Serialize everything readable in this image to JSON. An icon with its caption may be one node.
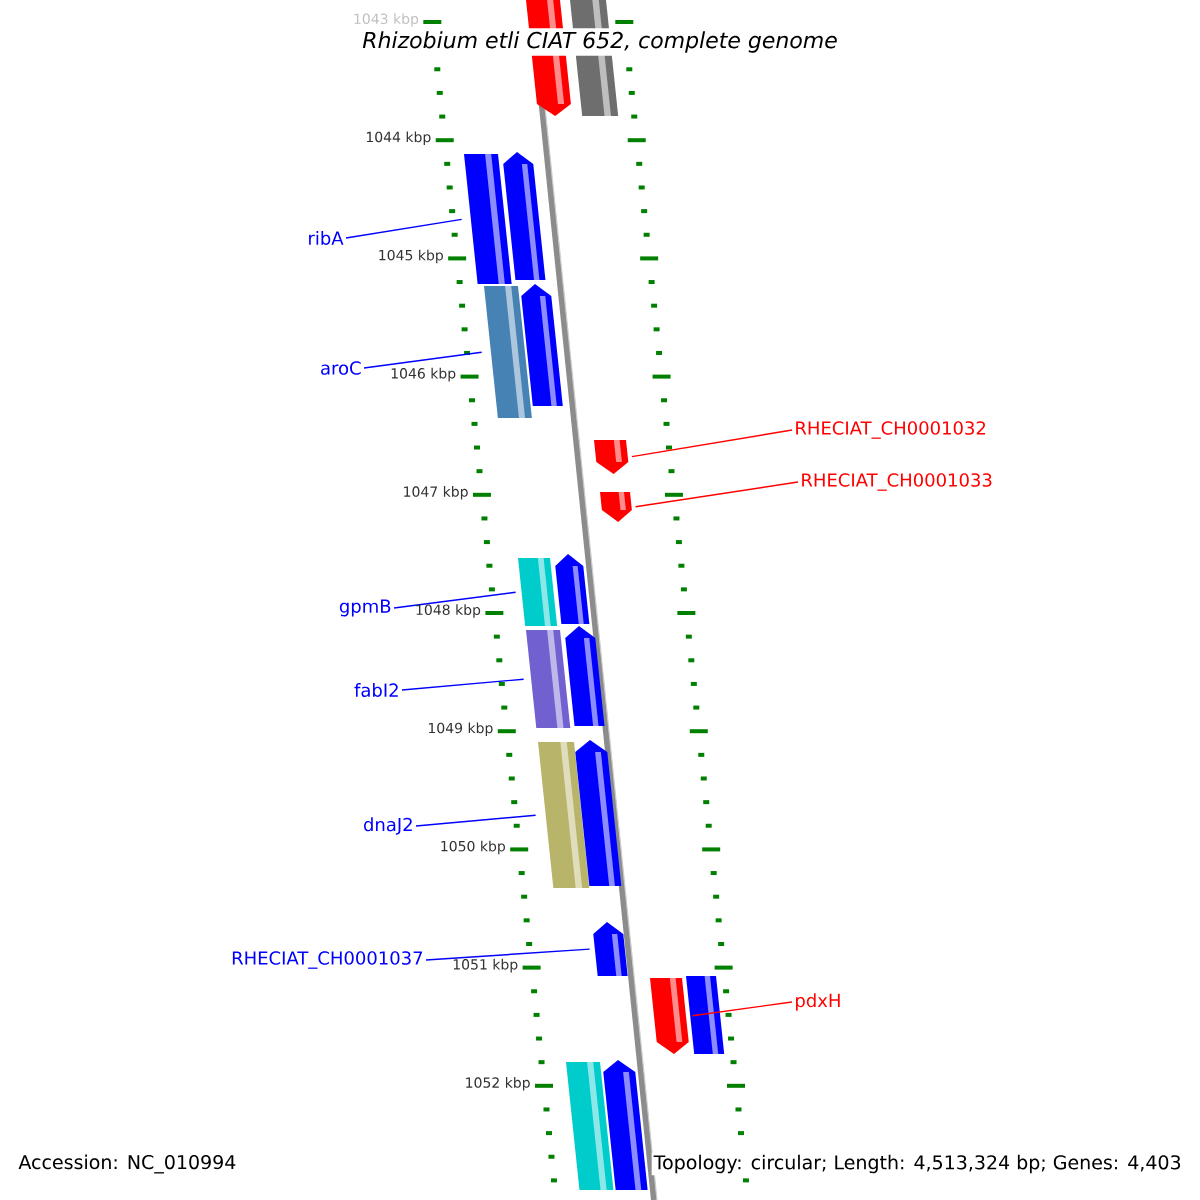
{
  "diagram": {
    "title": "Rhizobium etli CIAT 652, complete genome",
    "nodes": [
      {
        "text": [
          "ribA"
        ]
      },
      {
        "text": [
          "aroC"
        ]
      },
      {
        "text": [
          "RHECIAT_CH0001032"
        ]
      },
      {
        "text": [
          "RHECIAT_CH0001033"
        ]
      },
      {
        "text": [
          "gpmB"
        ]
      },
      {
        "text": [
          "fabI2"
        ]
      },
      {
        "text": [
          "dnaJ2"
        ]
      },
      {
        "text": [
          "RHECIAT_CH0001037"
        ]
      },
      {
        "text": [
          "pdxH"
        ]
      },
      {
        "text": [],
        "shape": "bar"
      },
      {
        "text": [],
        "shape": "bar"
      },
      {
        "text": [],
        "shape": "bar"
      },
      {
        "text": [],
        "shape": "bar"
      },
      {
        "text": [],
        "shape": "bar"
      },
      {
        "text": [],
        "shape": "bar"
      },
      {
        "text": [],
        "shape": "bar"
      },
      {
        "text": [],
        "shape": "bar"
      },
      {
        "text": [],
        "shape": "bar"
      },
      {
        "text": [],
        "shape": "bar"
      },
      {
        "text": [],
        "shape": "bar"
      },
      {
        "text": [],
        "shape": "bar"
      },
      {
        "text": [],
        "shape": "bar"
      },
      {
        "text": [],
        "shape": "bar"
      },
      {
        "text": [],
        "shape": "bar"
      },
      {
        "text": [],
        "shape": "bar"
      },
      {
        "text": [],
        "shape": "bar"
      },
      {
        "text": [],
        "shape": "bar"
      },
      {
        "text": [],
        "shape": "bar"
      }
    ],
    "edges": [
      {
        "from": 0,
        "to": 9,
        "arrow": "none"
      },
      {
        "from": 1,
        "to": 10,
        "arrow": "none"
      },
      {
        "from": 2,
        "to": 11,
        "arrow": "none",
        "color": "#ff0000"
      },
      {
        "from": 3,
        "to": 12,
        "arrow": "none",
        "color": "#ff0000"
      },
      {
        "from": 4,
        "to": 13,
        "arrow": "none"
      },
      {
        "from": 5,
        "to": 14,
        "arrow": "none"
      },
      {
        "from": 6,
        "to": 15,
        "arrow": "none"
      },
      {
        "from": 7,
        "to": 16,
        "arrow": "none"
      },
      {
        "from": 8,
        "to": 17,
        "arrow": "none",
        "color": "#ff0000"
      }
    ],
    "labels": [
      "1043 kbp",
      "1044 kbp",
      "1045 kbp",
      "1046 kbp",
      "1047 kbp",
      "1048 kbp",
      "1049 kbp",
      "1050 kbp",
      "1051 kbp",
      "1052 kbp",
      "Accession: NC_010994",
      "Topology: circular; Length: 4,513,324 bp; Genes: 4,403"
    ]
  }
}
